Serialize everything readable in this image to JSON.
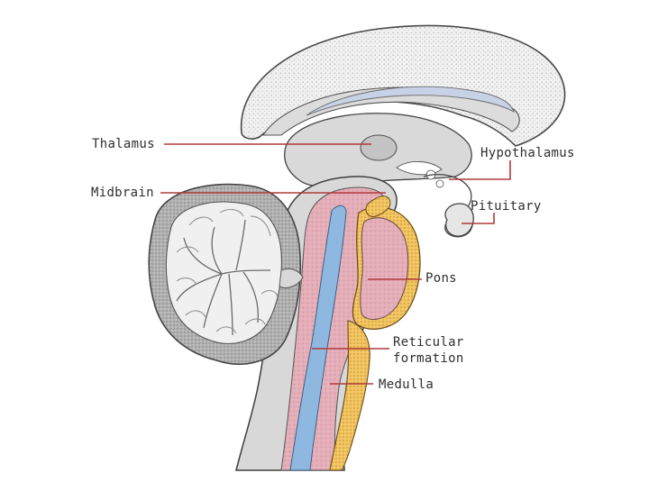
{
  "labels": {
    "thalamus": "Thalamus",
    "midbrain": "Midbrain",
    "hypothalamus": "Hypothalamus",
    "pituitary": "Pituitary",
    "pons": "Pons",
    "reticular_formation_line1": "Reticular",
    "reticular_formation_line2": "formation",
    "medulla": "Medulla"
  },
  "colors": {
    "background": "#ffffff",
    "leader_line": "#b03a3a",
    "cortex_fill": "#eeeeee",
    "cortex_stipple": "#b8b8b8",
    "ventricle": "#c8d2e6",
    "thalamus": "#cfcfcf",
    "brainstem_pink": "#e2aab4",
    "pons_pink": "#e6aab6",
    "reticular_blue": "#8fb8e0",
    "cerebellum_outer": "#a8a8a8",
    "cerebellum_inner": "#efefef",
    "cerebellar_peduncle": "#f2c25a"
  }
}
